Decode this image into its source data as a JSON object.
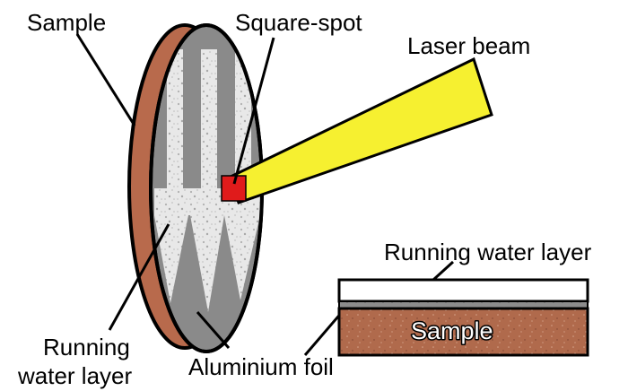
{
  "labels": {
    "sample": "Sample",
    "square_spot": "Square-spot",
    "laser_beam": "Laser beam",
    "running_water_layer_right": "Running water layer",
    "running_water_left_line1": "Running",
    "running_water_left_line2": "water layer",
    "aluminium_foil": "Aluminium foil",
    "sample_cross_section": "Sample"
  },
  "colors": {
    "sample_brown": "#b86a4c",
    "foil_gray": "#8a8a8a",
    "foil_light": "#e6e6e6",
    "laser_yellow": "#f6f030",
    "spot_red": "#e01b1b",
    "outline": "#000000"
  }
}
